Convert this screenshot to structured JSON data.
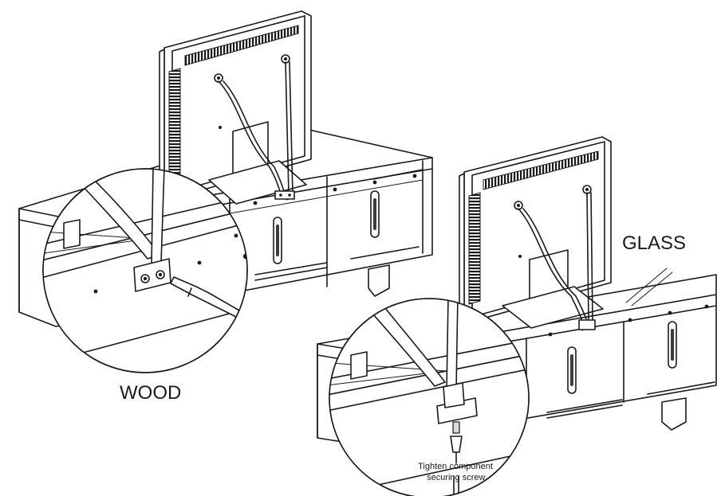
{
  "labels": {
    "wood": "WOOD",
    "glass": "GLASS",
    "callout_line1": "Tighten component",
    "callout_line2": "securing screw."
  }
}
